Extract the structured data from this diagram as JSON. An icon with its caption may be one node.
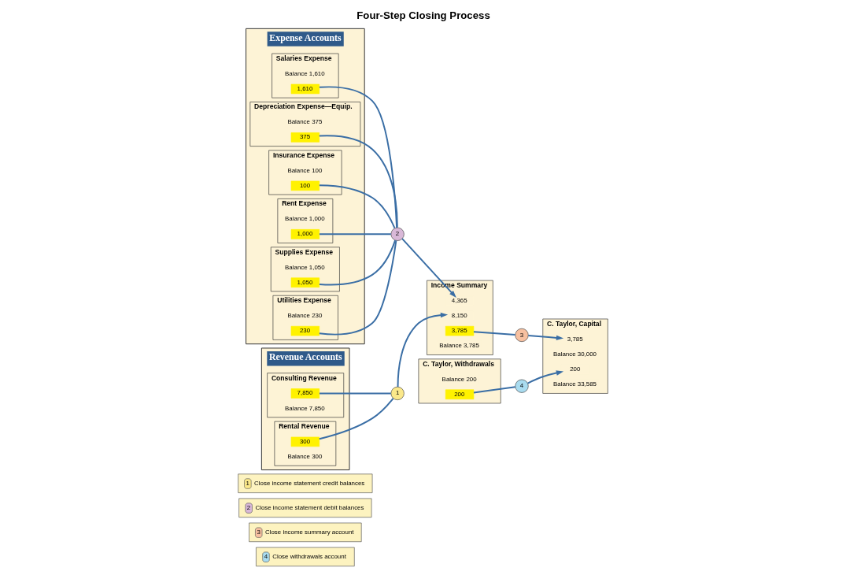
{
  "diagram": {
    "title": "Four-Step Closing Process",
    "nodes": [
      {
        "text": [
          "Expense Accounts"
        ]
      },
      {
        "text": [
          "Depreciation Expense—Equip."
        ],
        "in": 0
      },
      {
        "text": [
          "Balance 375"
        ],
        "in": 1
      },
      {
        "text": [
          "375"
        ],
        "in": 1
      },
      {
        "text": [
          "Salaries Expense"
        ],
        "in": 0
      },
      {
        "text": [
          "Balance 1,610"
        ],
        "in": 4
      },
      {
        "text": [
          "1,610"
        ],
        "in": 4
      },
      {
        "text": [
          "Insurance Expense"
        ],
        "in": 0
      },
      {
        "text": [
          "Balance 100"
        ],
        "in": 7
      },
      {
        "text": [
          "100"
        ],
        "in": 7
      },
      {
        "text": [
          "Rent Expense"
        ],
        "in": 0
      },
      {
        "text": [
          "Balance 1,000"
        ],
        "in": 10
      },
      {
        "text": [
          "1,000"
        ],
        "in": 10
      },
      {
        "text": [
          "Supplies Expense"
        ],
        "in": 0
      },
      {
        "text": [
          "Balance 1,050"
        ],
        "in": 13
      },
      {
        "text": [
          "1,050"
        ],
        "in": 13
      },
      {
        "text": [
          "Utilities Expense"
        ],
        "in": 0
      },
      {
        "text": [
          "Balance 230"
        ],
        "in": 16
      },
      {
        "text": [
          "230"
        ],
        "in": 16
      },
      {
        "text": [
          "Income Summary"
        ]
      },
      {
        "text": [
          "4,365"
        ],
        "in": 19
      },
      {
        "text": [
          "8,150"
        ],
        "in": 19
      },
      {
        "text": [
          "3,785"
        ],
        "in": 19
      },
      {
        "text": [
          "Balance 3,785"
        ],
        "in": 19
      },
      {
        "text": [
          "Revenue Accounts"
        ]
      },
      {
        "text": [
          "Consulting Revenue"
        ],
        "in": 24
      },
      {
        "text": [
          "7,850"
        ],
        "in": 25
      },
      {
        "text": [
          "Balance 7,850"
        ],
        "in": 25
      },
      {
        "text": [
          "Rental Revenue"
        ],
        "in": 24
      },
      {
        "text": [
          "300"
        ],
        "in": 28
      },
      {
        "text": [
          "Balance 300"
        ],
        "in": 28
      },
      {
        "text": [
          "C. Taylor, Capital"
        ]
      },
      {
        "text": [
          "200"
        ],
        "in": 31
      },
      {
        "text": [
          "Balance 30,000"
        ],
        "in": 31
      },
      {
        "text": [
          "3,785"
        ],
        "in": 31
      },
      {
        "text": [
          "Balance 33,585"
        ],
        "in": 31
      },
      {
        "text": [
          "C. Taylor, Withdrawals"
        ]
      },
      {
        "text": [
          "Balance 200"
        ],
        "in": 36
      },
      {
        "text": [
          "200"
        ],
        "in": 36
      },
      {
        "text": [
          "1"
        ]
      },
      {
        "text": [
          "2"
        ]
      },
      {
        "text": [
          "3"
        ]
      },
      {
        "text": [
          "4"
        ]
      },
      {
        "text": [
          "1",
          "Close income statement credit balances"
        ]
      },
      {
        "text": [
          "2",
          "Close income statement debit balances"
        ]
      },
      {
        "text": [
          "3",
          "Close income summary account"
        ]
      },
      {
        "text": [
          "4",
          "Close withdrawals account"
        ]
      }
    ],
    "edges": [
      {
        "from": 3,
        "to": 40,
        "arrow": "none"
      },
      {
        "from": 6,
        "to": 40,
        "arrow": "none"
      },
      {
        "from": 9,
        "to": 40,
        "arrow": "none"
      },
      {
        "from": 12,
        "to": 40,
        "arrow": "none"
      },
      {
        "from": 15,
        "to": 40,
        "arrow": "none"
      },
      {
        "from": 18,
        "to": 40,
        "arrow": "none"
      },
      {
        "from": 40,
        "to": 20,
        "arrow": "to"
      },
      {
        "from": 26,
        "to": 39,
        "arrow": "none"
      },
      {
        "from": 29,
        "to": 39,
        "arrow": "none"
      },
      {
        "from": 39,
        "to": 21,
        "arrow": "to"
      },
      {
        "from": 22,
        "to": 41,
        "arrow": "none"
      },
      {
        "from": 41,
        "to": 34,
        "arrow": "to"
      },
      {
        "from": 38,
        "to": 42,
        "arrow": "none"
      },
      {
        "from": 42,
        "to": 32,
        "arrow": "to"
      }
    ]
  }
}
